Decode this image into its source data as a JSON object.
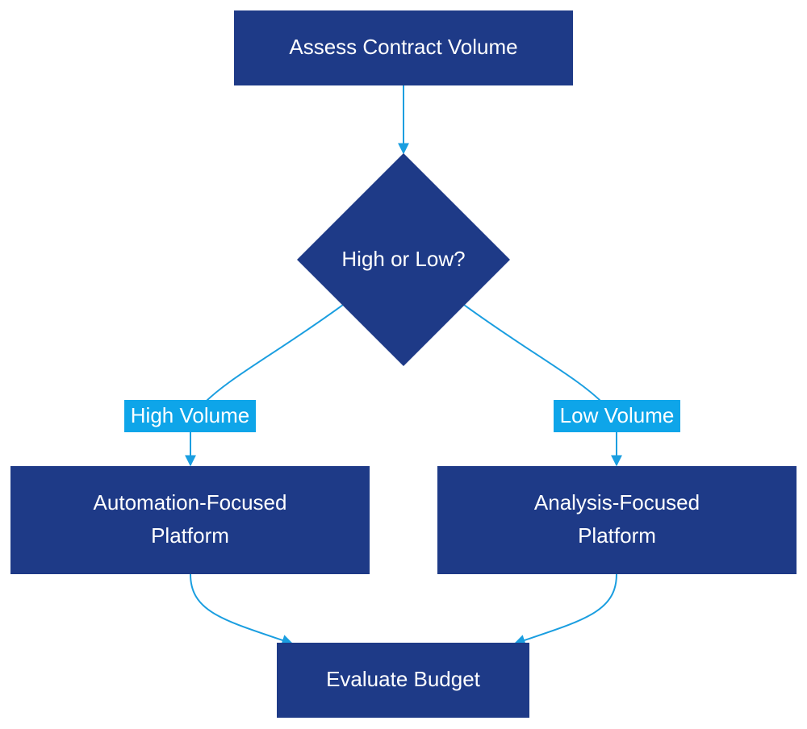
{
  "colors": {
    "node_fill": "#1e3a87",
    "edge": "#1a9ee0",
    "edge_label_bg": "#0ea5e9",
    "text": "#ffffff"
  },
  "nodes": {
    "assess": {
      "label": "Assess Contract Volume"
    },
    "decision": {
      "label": "High or Low?"
    },
    "automation": {
      "label_line1": "Automation-Focused",
      "label_line2": "Platform"
    },
    "analysis": {
      "label_line1": "Analysis-Focused",
      "label_line2": "Platform"
    },
    "budget": {
      "label": "Evaluate Budget"
    }
  },
  "edges": {
    "high": {
      "label": "High Volume"
    },
    "low": {
      "label": "Low Volume"
    }
  }
}
